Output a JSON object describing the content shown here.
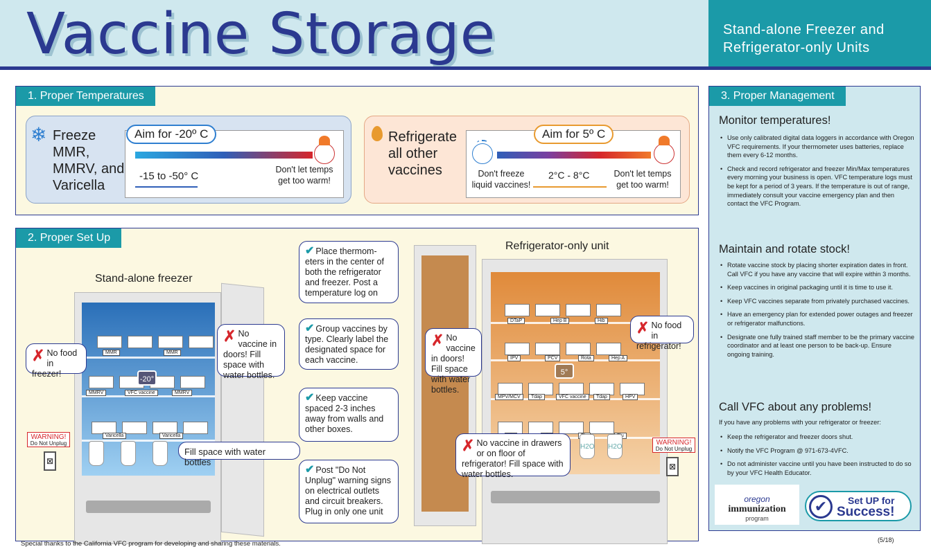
{
  "header": {
    "title": "Vaccine Storage",
    "subtitle_line1": "Stand-alone Freezer and",
    "subtitle_line2": "Refrigerator-only Units"
  },
  "section1": {
    "tag": "1. Proper Temperatures",
    "freeze": {
      "label_line1": "Freeze",
      "label_line2": "MMR,",
      "label_line3": "MMRV, and",
      "label_line4": "Varicella",
      "aim": "Aim for -20º C",
      "range": "-15 to -50° C",
      "warn_line1": "Don't let temps",
      "warn_line2": "get too warm!"
    },
    "refrigerate": {
      "label_line1": "Refrigerate",
      "label_line2": "all other",
      "label_line3": "vaccines",
      "aim": "Aim for 5º C",
      "range": "2°C - 8°C",
      "cold_line1": "Don't freeze",
      "cold_line2": "liquid vaccines!",
      "warn_line1": "Don't let temps",
      "warn_line2": "get too warm!"
    }
  },
  "section2": {
    "tag": "2. Proper Set Up",
    "freezer_title": "Stand-alone freezer",
    "fridge_title": "Refrigerator-only unit",
    "freezer_thermo": "-20°",
    "fridge_thermo": "5°",
    "freezer_labels": [
      "MMR",
      "MMR",
      "MMRV",
      "VFC vaccine",
      "MMRV",
      "Varicella",
      "Varicella"
    ],
    "fridge_labels": [
      "DTaP",
      "Hep B",
      "Hib",
      "IPV",
      "PCV",
      "Rota",
      "Hep A",
      "MPV/MCV",
      "Tdap",
      "VFC vaccine",
      "Tdap",
      "HPV",
      "Flu",
      "Flu",
      "Flu",
      "Flu"
    ],
    "bottle_label": "H2O",
    "callouts": {
      "thermometers": "Place thermom-eters in the center of both the refrigerator and freezer. Post a temperature log on",
      "group": "Group vaccines by type. Clearly label the designated space for each vaccine.",
      "spacing": "Keep vaccine spaced 2-3 inches away from walls and other boxes.",
      "post_warning": "Post \"Do Not Unplug\" warning signs on electrical outlets and circuit breakers. Plug in only one unit",
      "no_food_freezer": "No food in freezer!",
      "no_vaccine_doors_freezer": "No vaccine in doors! Fill space with water bottles.",
      "fill_bottles": "Fill space with   water bottles",
      "no_vaccine_doors_fridge": "No vaccine in doors! Fill space with water bottles.",
      "no_food_fridge": "No food in refrigerator!",
      "no_vaccine_drawers": "No vaccine in drawers or on floor of refrigerator! Fill space with water bottles."
    },
    "warning_line1": "WARNING!",
    "warning_line2": "Do Not Unplug",
    "outlet_symbol": "⊠"
  },
  "section3": {
    "tag": "3. Proper Management",
    "h_monitor": "Monitor temperatures!",
    "monitor_items": [
      "Use only calibrated digital data loggers in accordance with Oregon VFC requirements. If your thermometer uses batteries, replace them every 6-12 months.",
      "Check and record refrigerator and freezer Min/Max temperatures every morning your business is open. VFC temperature logs must be kept for a period of 3 years. If the temperature is out of range, immediately consult your vaccine emergency plan and then contact the VFC Program."
    ],
    "h_maintain": "Maintain and rotate stock!",
    "maintain_items": [
      "Rotate vaccine stock by placing shorter expiration dates in front. Call VFC if you have any vaccine that will expire within 3 months.",
      "Keep vaccines in original packaging until it is time to use it.",
      "Keep VFC vaccines separate from privately purchased vaccines.",
      "Have an emergency plan for extended power outages and freezer or refrigerator malfunctions.",
      "Designate one fully trained staff member to be the primary vaccine coordinator and at least one person to be back-up. Ensure ongoing training."
    ],
    "h_call": "Call VFC about any problems!",
    "call_intro": "If you have any problems with your refrigerator or freezer:",
    "call_items": [
      "Keep the refrigerator and freezer doors shut.",
      "Notify the VFC Program @ 971-673-4VFC.",
      "Do not administer vaccine until you have been instructed to do so by your VFC Health Educator."
    ],
    "logo_oregon_line1": "oregon",
    "logo_oregon_line2": "immunization",
    "logo_oregon_line3": "program",
    "logo_setup_line1": "Set UP for",
    "logo_setup_line2": "Success!"
  },
  "footer": {
    "credit": "Special thanks to the California VFC program for developing and sharing these materials.",
    "date": "(5/18)"
  },
  "colors": {
    "navy": "#2b3990",
    "teal": "#1b9aa8",
    "header_bg": "#cfe8ee",
    "panel_bg": "#fcf8e1",
    "red": "#d6262b"
  }
}
